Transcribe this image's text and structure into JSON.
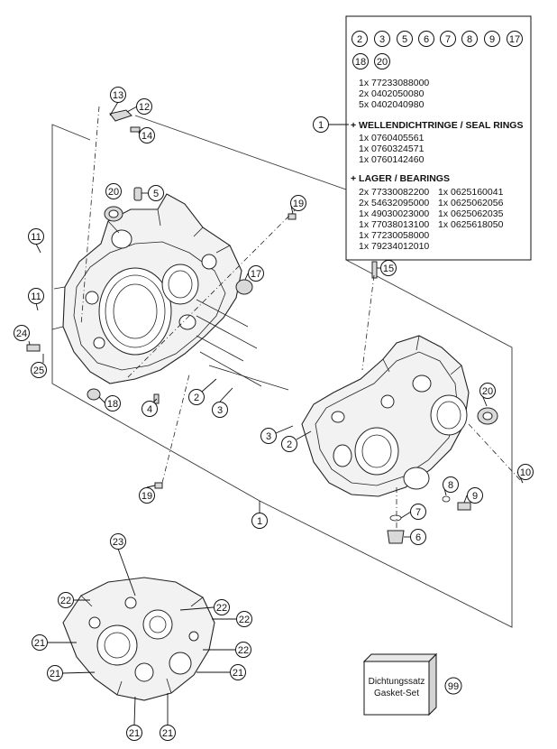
{
  "legend": {
    "callouts_top": [
      "2",
      "3",
      "5",
      "6",
      "7",
      "8",
      "9",
      "17"
    ],
    "callouts_second": [
      "18",
      "20"
    ],
    "kit_lines": [
      "1x 77233088000",
      "2x 0402050080",
      "5x 0402040980"
    ],
    "assembly_callout": "1",
    "seal_heading": "+ WELLENDICHTRINGE / SEAL RINGS",
    "seal_lines": [
      "1x 0760405561",
      "1x 0760324571",
      "1x 0760142460"
    ],
    "bearing_heading": "+ LAGER / BEARINGS",
    "bearing_col1": [
      "2x 77330082200",
      "2x 54632095000",
      "1x 49030023000",
      "1x 77038013100",
      "1x 77230058000",
      "1x 79234012010"
    ],
    "bearing_col2": [
      "1x 0625160041",
      "1x 0625062056",
      "1x 0625062035",
      "1x 0625618050"
    ]
  },
  "callouts": {
    "c13": "13",
    "c12": "12",
    "c14": "14",
    "c20a": "20",
    "c5": "5",
    "c19a": "19",
    "c11a": "11",
    "c17": "17",
    "c15": "15",
    "c11b": "11",
    "c24": "24",
    "c25": "25",
    "c18": "18",
    "c4": "4",
    "c2a": "2",
    "c3a": "3",
    "c20b": "20",
    "c3b": "3",
    "c2b": "2",
    "c10": "10",
    "c8": "8",
    "c9": "9",
    "c7": "7",
    "c6": "6",
    "c19b": "19",
    "c1": "1",
    "c23": "23",
    "c22a": "22",
    "c22b": "22",
    "c22c": "22",
    "c22d": "22",
    "c21a": "21",
    "c21b": "21",
    "c21c": "21",
    "c21d": "21",
    "c21e": "21",
    "c99": "99"
  },
  "gasket": {
    "line1": "Dichtungssatz",
    "line2": "Gasket-Set"
  }
}
